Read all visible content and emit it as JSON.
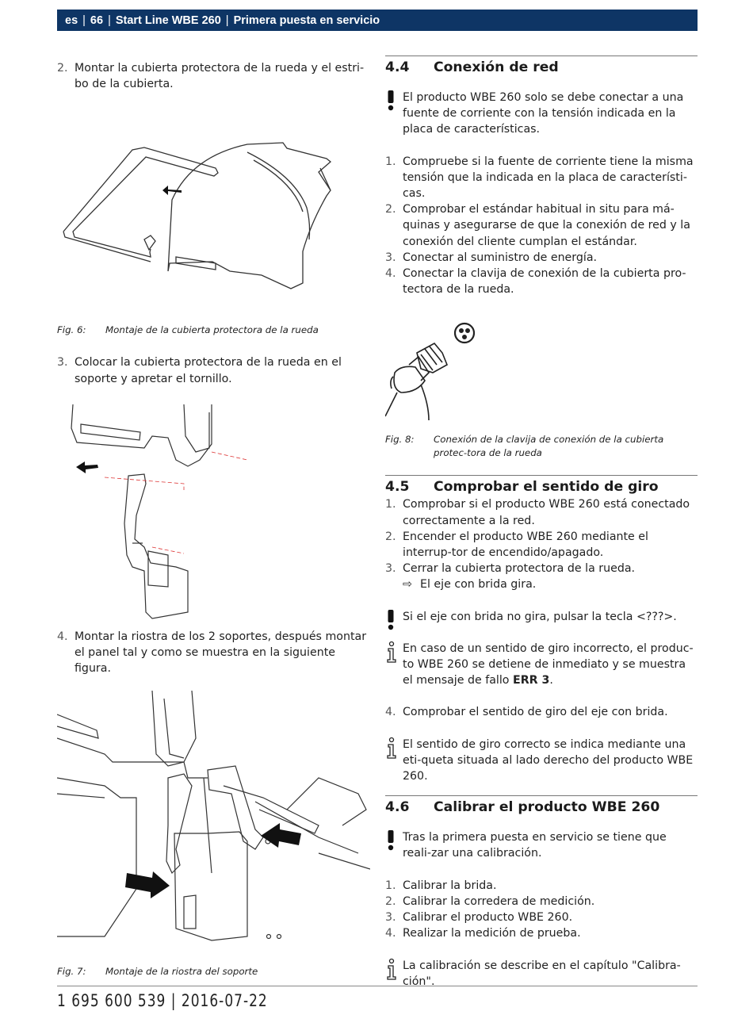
{
  "header": {
    "lang": "es",
    "page": "66",
    "product": "Start Line WBE 260",
    "chapter": "Primera puesta en servicio"
  },
  "left": {
    "step2": {
      "num": "2.",
      "text": "Montar la cubierta protectora de la rueda y el estri-bo de la cubierta."
    },
    "fig6": {
      "label": "Fig. 6:",
      "text": "Montaje de la cubierta protectora de la rueda"
    },
    "step3": {
      "num": "3.",
      "text": "Colocar la cubierta protectora de la rueda en el soporte y apretar el tornillo."
    },
    "step4": {
      "num": "4.",
      "text": "Montar la riostra de los 2 soportes, después montar el panel tal y como se muestra en la siguiente figura."
    },
    "fig7": {
      "label": "Fig. 7:",
      "text": "Montaje de la riostra del soporte"
    }
  },
  "s44": {
    "num": "4.4",
    "title": "Conexión de red",
    "warning": "El producto WBE 260 solo se debe conectar a una fuente de corriente con la tensión indicada en la placa de características.",
    "steps": [
      {
        "num": "1.",
        "text": "Compruebe si la fuente de corriente tiene la misma tensión que la indicada en la placa de característi-cas."
      },
      {
        "num": "2.",
        "text": "Comprobar el estándar habitual in situ para má-quinas y asegurarse de que la conexión de red y la conexión del cliente cumplan el estándar."
      },
      {
        "num": "3.",
        "text": "Conectar al suministro de energía."
      },
      {
        "num": "4.",
        "text": "Conectar la clavija de conexión de la cubierta pro-tectora de la rueda."
      }
    ],
    "fig8": {
      "label": "Fig. 8:",
      "text": "Conexión de la clavija de conexión de la cubierta protec-tora de la rueda"
    }
  },
  "s45": {
    "num": "4.5",
    "title": "Comprobar el sentido de giro",
    "steps": [
      {
        "num": "1.",
        "text": "Comprobar si el producto WBE 260 está conectado correctamente a la red."
      },
      {
        "num": "2.",
        "text": "Encender el producto WBE 260 mediante el interrup-tor de encendido/apagado."
      },
      {
        "num": "3.",
        "text": "Cerrar la cubierta protectora de la rueda."
      }
    ],
    "result": "El eje con brida gira.",
    "warning": "Si el eje con brida no gira, pulsar la tecla <???>.",
    "info1_a": "En caso de un sentido de giro incorrecto, el produc-to WBE 260 se detiene de inmediato y se muestra el mensaje de fallo ",
    "info1_b": "ERR 3",
    "info1_c": ".",
    "step4": {
      "num": "4.",
      "text": "Comprobar el sentido de giro del eje con brida."
    },
    "info2": "El sentido de giro correcto se indica mediante una eti-queta situada al lado derecho del producto WBE 260."
  },
  "s46": {
    "num": "4.6",
    "title": "Calibrar el producto WBE 260",
    "warning": "Tras la primera puesta en servicio se tiene que reali-zar una calibración.",
    "steps": [
      {
        "num": "1.",
        "text": "Calibrar la brida."
      },
      {
        "num": "2.",
        "text": "Calibrar la corredera de medición."
      },
      {
        "num": "3.",
        "text": "Calibrar el producto WBE 260."
      },
      {
        "num": "4.",
        "text": "Realizar la medición de prueba."
      }
    ],
    "info": "La calibración se describe en el capítulo \"Calibra-ción\"."
  },
  "footer": {
    "doc": "1 695 600 539",
    "date": "2016-07-22"
  },
  "colors": {
    "header_bg": "#0e3565"
  }
}
